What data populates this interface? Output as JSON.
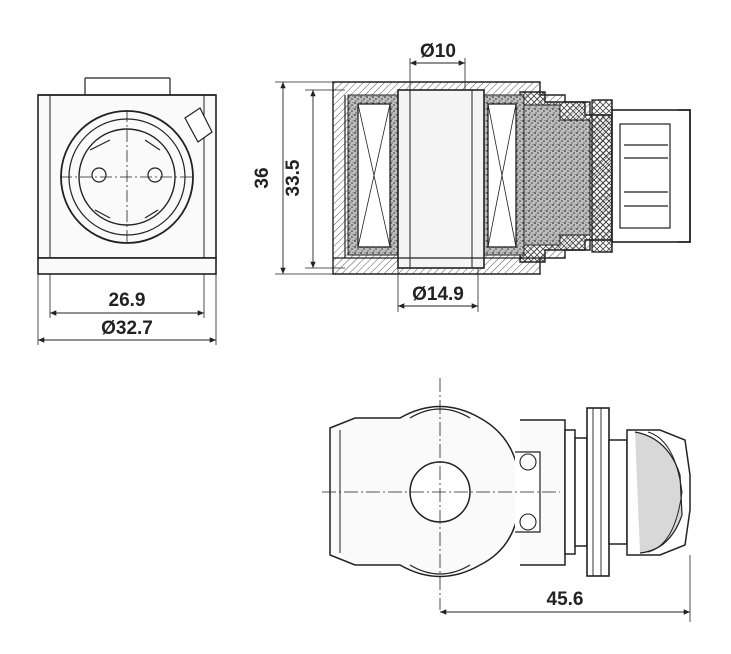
{
  "dimensions": {
    "front_width": "26.9",
    "front_diameter": "Ø32.7",
    "bore_diameter": "Ø10",
    "outer_height": "36",
    "inner_height": "33.5",
    "tube_diameter": "Ø14.9",
    "overall_length": "45.6"
  },
  "colors": {
    "line": "#222222",
    "hatch": "#555555",
    "fill_light": "#f4f4f4"
  }
}
